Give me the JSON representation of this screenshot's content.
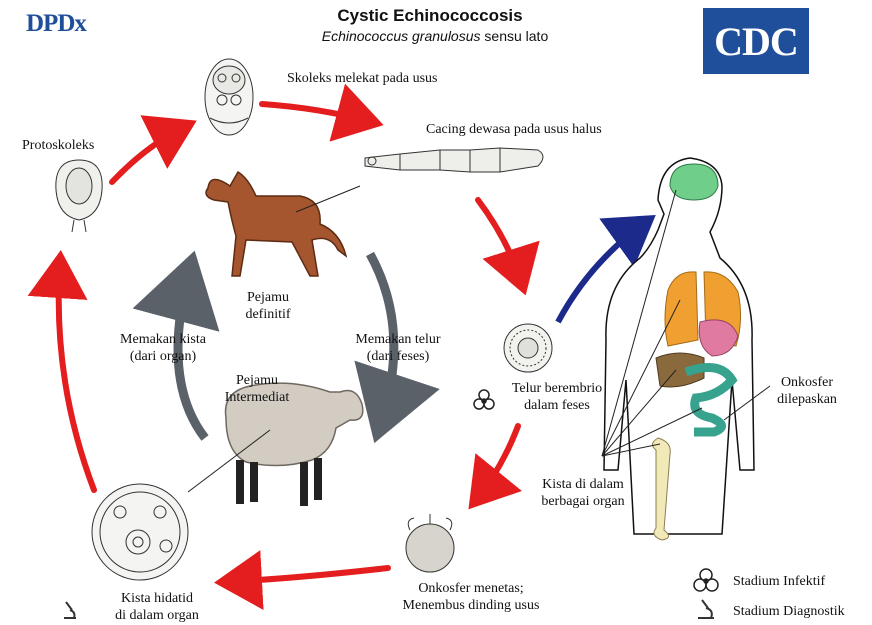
{
  "header": {
    "logo_left": "DPDx",
    "title": "Cystic Echinococcosis",
    "subtitle_species": "Echinococcus granulosus",
    "subtitle_suffix": " sensu lato",
    "logo_right": "CDC"
  },
  "labels": {
    "scolex": "Skoleks melekat pada usus",
    "adult": "Cacing dewasa pada usus halus",
    "protoscolex": "Protoskoleks",
    "definitive_host_1": "Pejamu",
    "definitive_host_2": "definitif",
    "eat_cyst_1": "Memakan kista",
    "eat_cyst_2": "(dari organ)",
    "eat_egg_1": "Memakan telur",
    "eat_egg_2": "(dari feses)",
    "intermediate_host_1": "Pejamu",
    "intermediate_host_2": "Intermediat",
    "egg_1": "Telur berembrio",
    "egg_2": "dalam feses",
    "oncosphere_released_1": "Onkosfer",
    "oncosphere_released_2": "dilepaskan",
    "cyst_organs_1": "Kista di dalam",
    "cyst_organs_2": "berbagai organ",
    "hydatid_1": "Kista hidatid",
    "hydatid_2": "di dalam organ",
    "hatch_1": "Onkosfer menetas;",
    "hatch_2": "Menembus dinding usus"
  },
  "legend": {
    "infective": "Stadium Infektif",
    "diagnostic": "Stadium Diagnostik"
  },
  "colors": {
    "red_arrow": "#e41e1e",
    "gray_arrow": "#5a6168",
    "blue_arrow": "#1c2a8c",
    "dog": "#a5562e",
    "sheep_wool": "#d2ccc3",
    "brain": "#6fcf8a",
    "lung": "#f0a030",
    "liver": "#8a6a3c",
    "stomach": "#e07aa0",
    "intestine": "#37a38f",
    "bone": "#f2e9b8",
    "brand_blue": "#1f4e9a"
  }
}
